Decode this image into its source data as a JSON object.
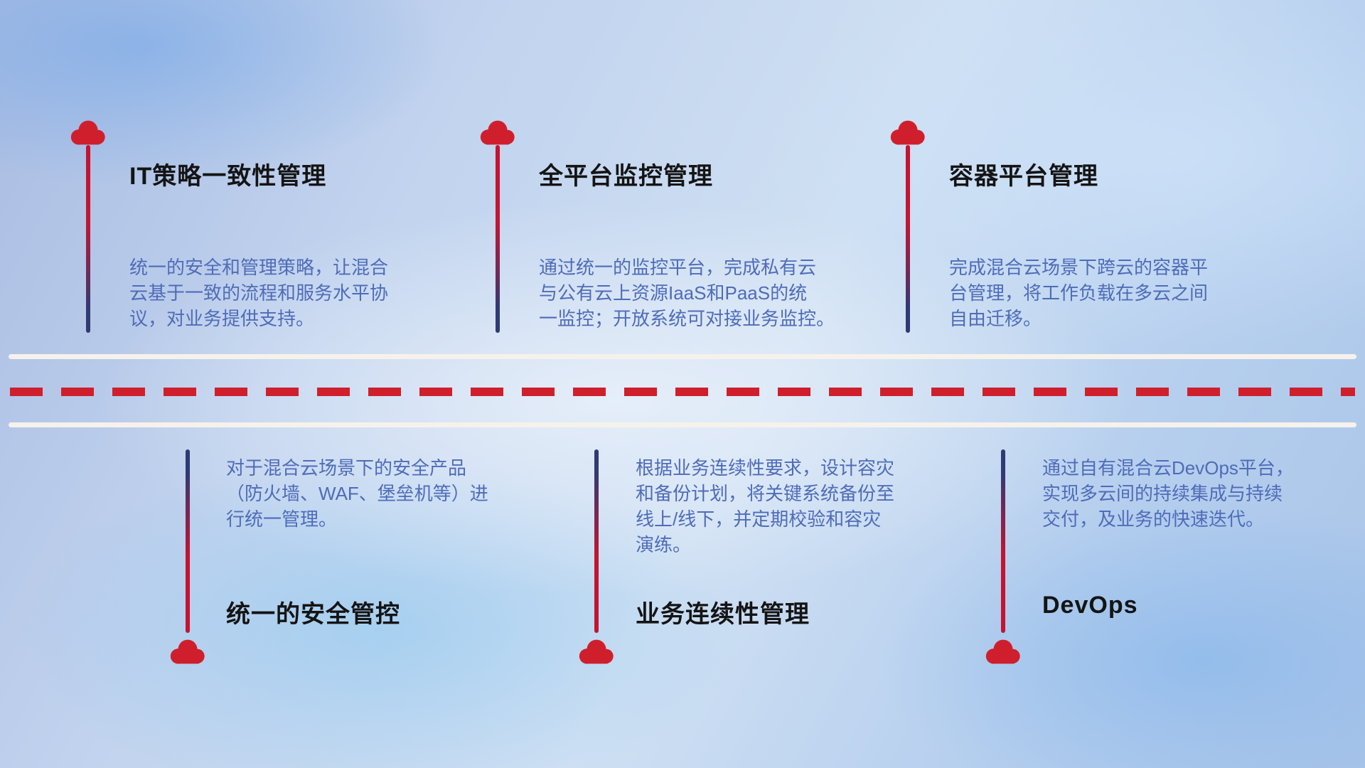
{
  "colors": {
    "red": "#d01f2c",
    "navy": "#303a73",
    "desc": "#4f6cb8",
    "title": "#141414",
    "road-white": "#f6f2eb"
  },
  "top_items": [
    {
      "title": "IT策略一致性管理",
      "desc": "统一的安全和管理策略，让混合\n云基于一致的流程和服务水平协\n议，对业务提供支持。"
    },
    {
      "title": "全平台监控管理",
      "desc": "通过统一的监控平台，完成私有云\n与公有云上资源IaaS和PaaS的统\n一监控；开放系统可对接业务监控。"
    },
    {
      "title": "容器平台管理",
      "desc": "完成混合云场景下跨云的容器平\n台管理，将工作负载在多云之间\n自由迁移。"
    }
  ],
  "bottom_items": [
    {
      "title": "统一的安全管控",
      "desc": "对于混合云场景下的安全产品\n（防火墙、WAF、堡垒机等）进\n行统一管理。"
    },
    {
      "title": "业务连续性管理",
      "desc": "根据业务连续性要求，设计容灾\n和备份计划，将关键系统备份至\n线上/线下，并定期校验和容灾\n演练。"
    },
    {
      "title": "DevOps",
      "desc": "通过自有混合云DevOps平台，\n实现多云间的持续集成与持续\n交付，及业务的快速迭代。"
    }
  ]
}
